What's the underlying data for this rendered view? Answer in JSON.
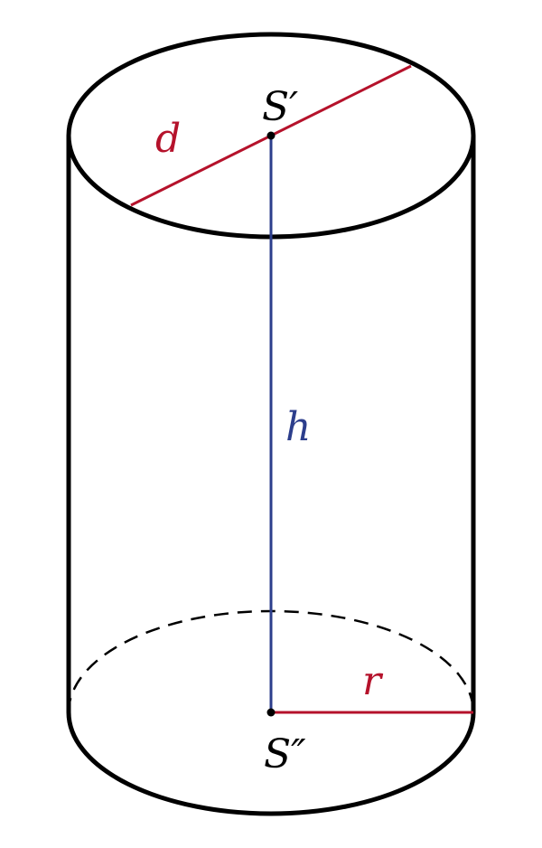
{
  "labels": {
    "top_center": "S′",
    "bottom_center": "S″",
    "diameter": "d",
    "height": "h",
    "radius": "r"
  },
  "colors": {
    "outline": "#000000",
    "diameter": "#b5122b",
    "radius": "#b5122b",
    "height": "#2c3e8c",
    "text": "#000000"
  }
}
